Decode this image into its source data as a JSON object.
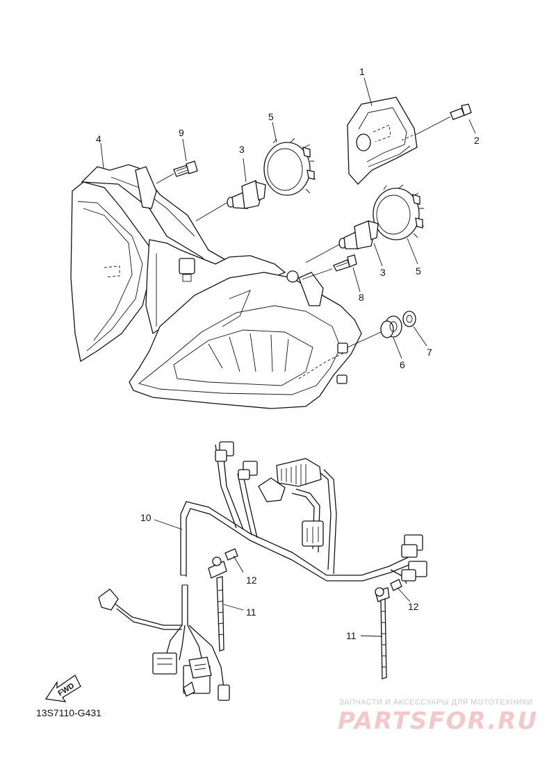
{
  "diagram_code": "13S7110-G431",
  "fwd_label": "FWD",
  "watermark": {
    "tagline": "ЗАПЧАСТИ И АКСЕССУАРЫ ДЛЯ МОТОТЕХНИКИ",
    "logo": "PARTSFOR.RU"
  },
  "callouts": {
    "c1": "1",
    "c2": "2",
    "c3a": "3",
    "c3b": "3",
    "c4": "4",
    "c5a": "5",
    "c5b": "5",
    "c6": "6",
    "c7": "7",
    "c8": "8",
    "c9": "9",
    "c10": "10",
    "c11a": "11",
    "c11b": "11",
    "c12a": "12",
    "c12b": "12"
  }
}
